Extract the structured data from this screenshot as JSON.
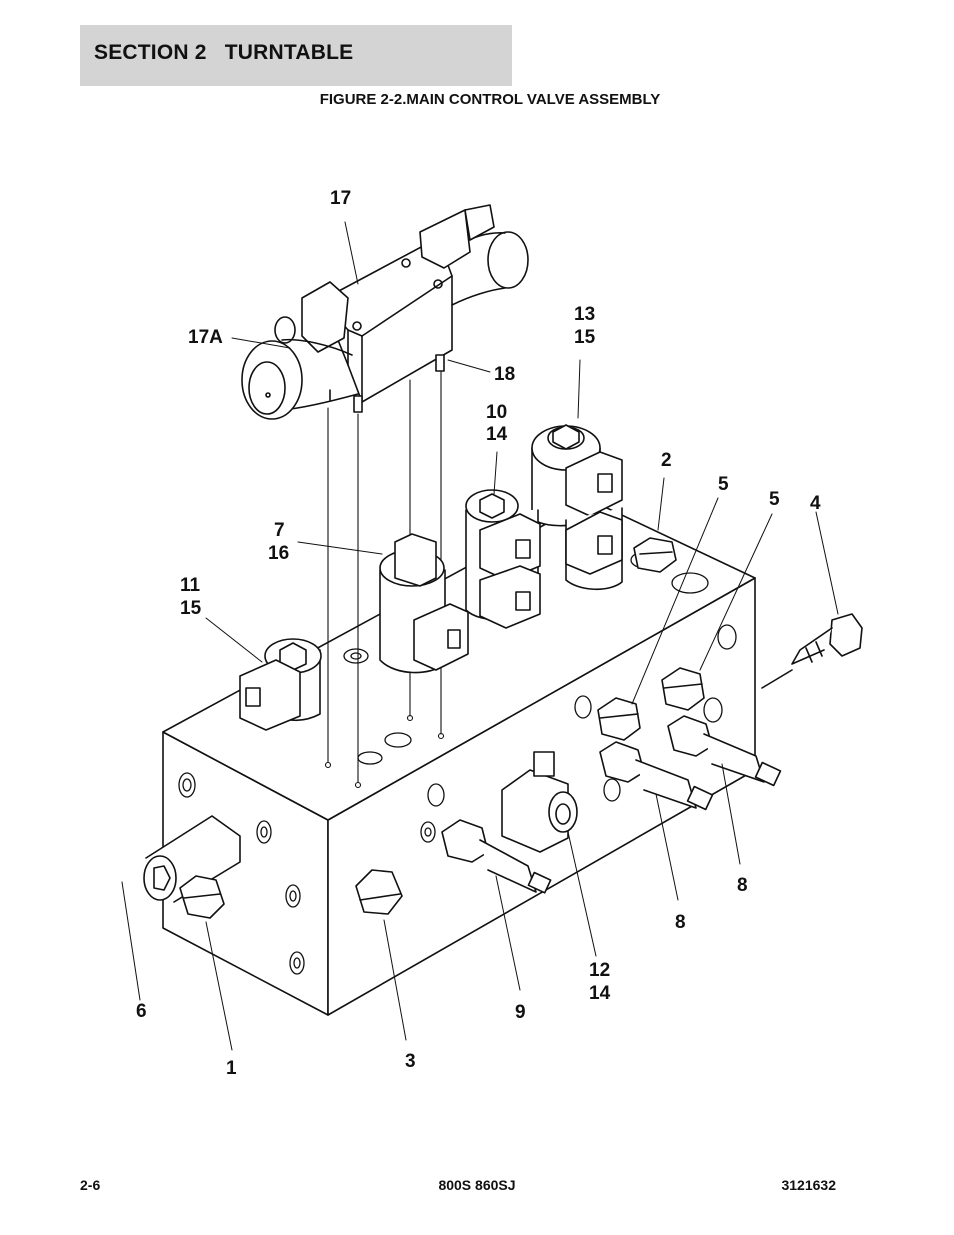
{
  "header": {
    "section": "SECTION 2   TURNTABLE",
    "figure_title": "FIGURE 2-2.MAIN CONTROL VALVE ASSEMBLY"
  },
  "callouts": [
    {
      "id": "c17",
      "lines": [
        "17"
      ]
    },
    {
      "id": "c17a",
      "lines": [
        "17A"
      ]
    },
    {
      "id": "c18",
      "lines": [
        "18"
      ]
    },
    {
      "id": "c13",
      "lines": [
        "13",
        "15"
      ]
    },
    {
      "id": "c10",
      "lines": [
        "10",
        "14"
      ]
    },
    {
      "id": "c2",
      "lines": [
        "2"
      ]
    },
    {
      "id": "c5a",
      "lines": [
        "5"
      ]
    },
    {
      "id": "c5b",
      "lines": [
        "5"
      ]
    },
    {
      "id": "c4",
      "lines": [
        "4"
      ]
    },
    {
      "id": "c7",
      "lines": [
        "7",
        "16"
      ]
    },
    {
      "id": "c11",
      "lines": [
        "11",
        "15"
      ]
    },
    {
      "id": "c8a",
      "lines": [
        "8"
      ]
    },
    {
      "id": "c8b",
      "lines": [
        "8"
      ]
    },
    {
      "id": "c12",
      "lines": [
        "12",
        "14"
      ]
    },
    {
      "id": "c6",
      "lines": [
        "6"
      ]
    },
    {
      "id": "c9",
      "lines": [
        "9"
      ]
    },
    {
      "id": "c1",
      "lines": [
        "1"
      ]
    },
    {
      "id": "c3",
      "lines": [
        "3"
      ]
    }
  ],
  "footer": {
    "page": "2-6",
    "model": "800S 860SJ",
    "doc_number": "3121632"
  }
}
